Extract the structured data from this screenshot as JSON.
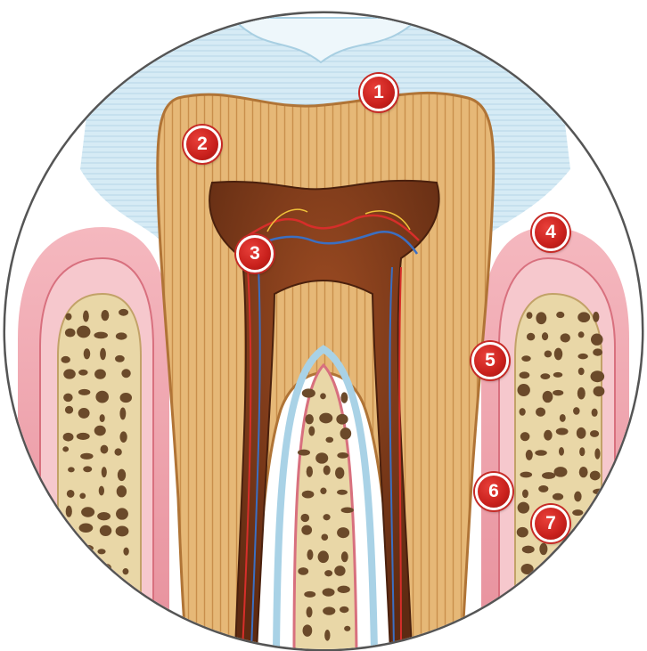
{
  "diagram": {
    "markers": [
      {
        "id": "1",
        "label": "1"
      },
      {
        "id": "2",
        "label": "2"
      },
      {
        "id": "3",
        "label": "3"
      },
      {
        "id": "4",
        "label": "4"
      },
      {
        "id": "5",
        "label": "5"
      },
      {
        "id": "6",
        "label": "6"
      },
      {
        "id": "7",
        "label": "7"
      }
    ],
    "colors": {
      "enamel": "#cfe6f2",
      "dentin": "#e3b574",
      "pulp": "#7a3a1c",
      "gum": "#efa9b2",
      "bone": "#e8d6a6",
      "bone_pores": "#6b4a2a",
      "marker": "#d42a24",
      "outline": "#5a4a3a"
    }
  }
}
